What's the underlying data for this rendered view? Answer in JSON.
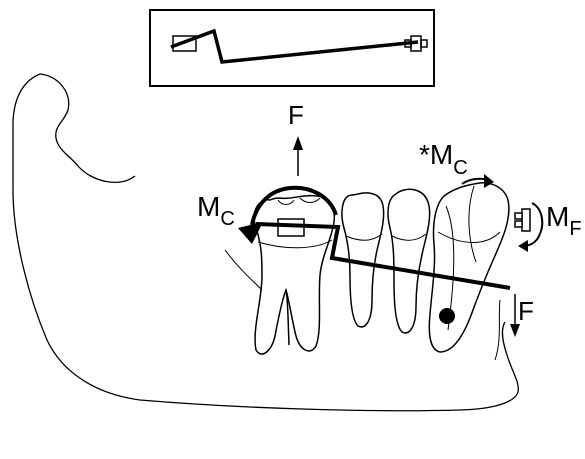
{
  "labels": {
    "force_top": "F",
    "moment_left_base": "M",
    "moment_left_sub": "C",
    "moment_top_star": "*",
    "moment_top_base": "M",
    "moment_top_sub": "C",
    "moment_right_base": "M",
    "moment_right_sub": "F",
    "force_right": "F"
  },
  "colors": {
    "line": "#000000",
    "background": "#ffffff"
  }
}
